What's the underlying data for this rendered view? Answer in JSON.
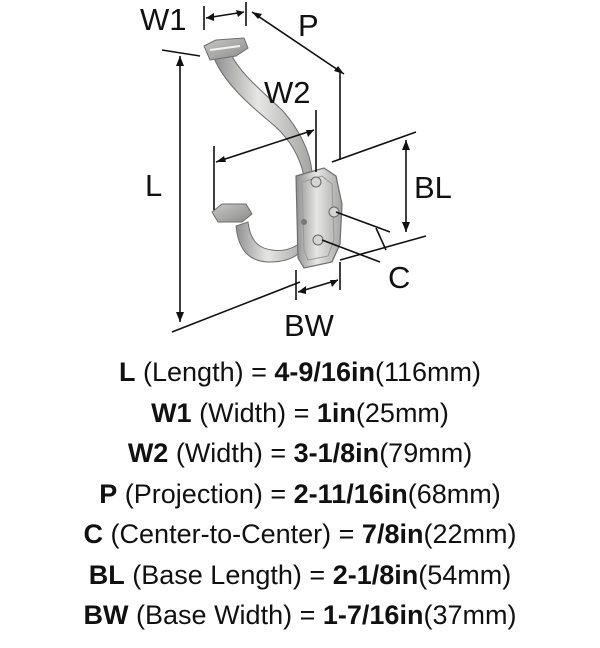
{
  "diagram": {
    "labels": {
      "w1": "W1",
      "p": "P",
      "w2": "W2",
      "l": "L",
      "bl": "BL",
      "c": "C",
      "bw": "BW"
    }
  },
  "specs": [
    {
      "code": "L",
      "desc": "(Length)",
      "eq": "=",
      "frac": "4-9/16in",
      "metric": "(116mm)"
    },
    {
      "code": "W1",
      "desc": "(Width)",
      "eq": "=",
      "frac": "1in",
      "metric": "(25mm)"
    },
    {
      "code": "W2",
      "desc": "(Width)",
      "eq": "=",
      "frac": "3-1/8in",
      "metric": "(79mm)"
    },
    {
      "code": "P",
      "desc": "(Projection)",
      "eq": "=",
      "frac": "2-11/16in",
      "metric": "(68mm)"
    },
    {
      "code": "C",
      "desc": "(Center-to-Center)",
      "eq": "=",
      "frac": "7/8in",
      "metric": "(22mm)"
    },
    {
      "code": "BL",
      "desc": "(Base Length)",
      "eq": "=",
      "frac": "2-1/8in",
      "metric": "(54mm)"
    },
    {
      "code": "BW",
      "desc": "(Base Width)",
      "eq": "=",
      "frac": "1-7/16in",
      "metric": "(37mm)"
    }
  ]
}
